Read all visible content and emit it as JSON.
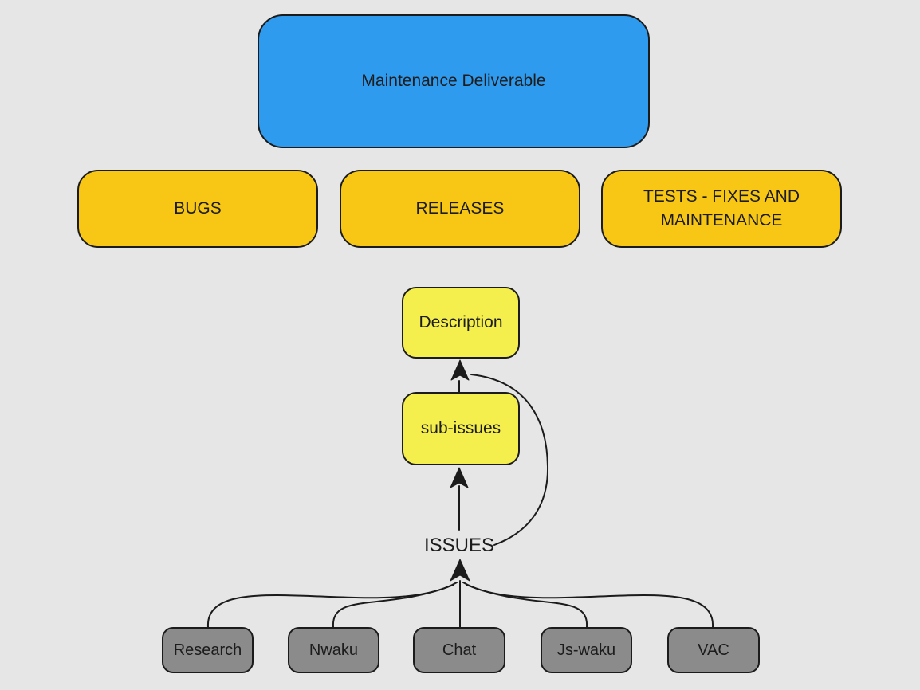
{
  "diagram": {
    "title": "Maintenance deliverable flow diagram",
    "colors": {
      "background": "#e6e6e6",
      "stroke": "#1b1b1b",
      "text": "#1c1c1c",
      "blue": "#2f9bef",
      "orange": "#f8c716",
      "yellow": "#f5ef4e",
      "gray": "#8b8b8b"
    },
    "nodes": {
      "maintenance": {
        "label": "Maintenance Deliverable",
        "fill": "#2f9bef"
      },
      "bugs": {
        "label": "BUGS",
        "fill": "#f8c716"
      },
      "releases": {
        "label": "RELEASES",
        "fill": "#f8c716"
      },
      "tests": {
        "label": "TESTS - FIXES AND MAINTENANCE",
        "fill": "#f8c716"
      },
      "description": {
        "label": "Description",
        "fill": "#f5ef4e"
      },
      "subissues": {
        "label": "sub-issues",
        "fill": "#f5ef4e"
      },
      "research": {
        "label": "Research",
        "fill": "#8b8b8b"
      },
      "nwaku": {
        "label": "Nwaku",
        "fill": "#8b8b8b"
      },
      "chat": {
        "label": "Chat",
        "fill": "#8b8b8b"
      },
      "jswaku": {
        "label": "Js-waku",
        "fill": "#8b8b8b"
      },
      "vac": {
        "label": "VAC",
        "fill": "#8b8b8b"
      }
    },
    "labels": {
      "issues": "ISSUES"
    },
    "edges": [
      {
        "from": "Research",
        "to": "ISSUES",
        "style": "curved-arrow"
      },
      {
        "from": "Nwaku",
        "to": "ISSUES",
        "style": "curved-arrow"
      },
      {
        "from": "Chat",
        "to": "ISSUES",
        "style": "straight-arrow"
      },
      {
        "from": "Js-waku",
        "to": "ISSUES",
        "style": "curved-arrow"
      },
      {
        "from": "VAC",
        "to": "ISSUES",
        "style": "curved-arrow"
      },
      {
        "from": "ISSUES",
        "to": "sub-issues",
        "style": "straight-arrow"
      },
      {
        "from": "sub-issues",
        "to": "Description",
        "style": "straight-arrow"
      },
      {
        "from": "ISSUES",
        "to": "Description",
        "style": "curved-arrow"
      }
    ]
  }
}
